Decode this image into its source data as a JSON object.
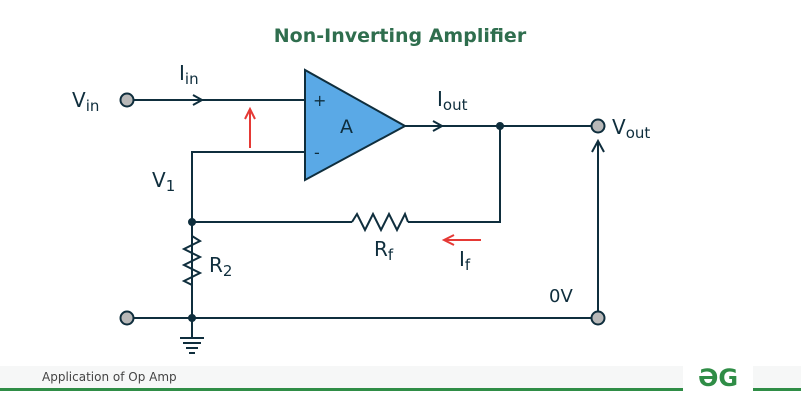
{
  "title": "Non-Inverting Amplifier",
  "labels": {
    "vin": "V",
    "vin_sub": "in",
    "iin": "I",
    "iin_sub": "in",
    "amp": "A",
    "plus": "+",
    "minus": "-",
    "iout": "I",
    "iout_sub": "out",
    "vout": "V",
    "vout_sub": "out",
    "v1": "V",
    "v1_sub": "1",
    "r2": "R",
    "r2_sub": "2",
    "rf": "R",
    "rf_sub": "f",
    "if": "I",
    "if_sub": "f",
    "zero": "0V"
  },
  "colors": {
    "wire": "#0f2e3d",
    "amp_fill": "#5aa9e6",
    "title": "#2f6e4e",
    "current_arrow": "#e53935",
    "terminal": "#b8b8b8",
    "brand": "#2f8d46"
  },
  "footer": {
    "caption": "Application of Op Amp",
    "logo": "ƏG"
  }
}
